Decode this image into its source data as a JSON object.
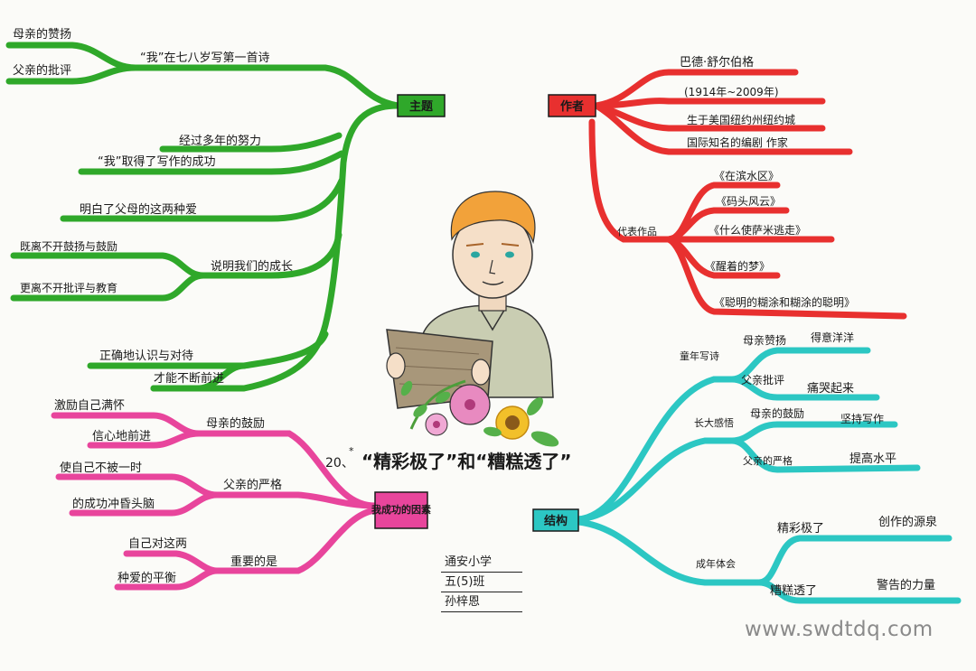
{
  "title": {
    "number": "20、",
    "star": "*",
    "text": "“精彩极了”和“糟糕透了”"
  },
  "colors": {
    "green": "#2fa82a",
    "red": "#e8302f",
    "pink": "#e8459c",
    "teal": "#2cc7c3"
  },
  "branches": {
    "theme": {
      "label": "主题",
      "items": [
        "母亲的赞扬",
        "父亲的批评",
        "“我”在七八岁写第一首诗",
        "经过多年的努力",
        "“我”取得了写作的成功",
        "明白了父母的这两种爱",
        "既离不开鼓扬与鼓励",
        "更离不开批评与教育",
        "说明我们的成长",
        "正确地认识与对待",
        "才能不断前进"
      ]
    },
    "author": {
      "label": "作者",
      "items": [
        "巴德·舒尔伯格",
        "(1914年~2009年)",
        "生于美国纽约州纽约城",
        "国际知名的编剧  作家"
      ],
      "works_label": "代表作品",
      "works": [
        "《在滨水区》",
        "《码头风云》",
        "《什么使萨米逃走》",
        "《醒着的梦》",
        "《聪明的糊涂和糊涂的聪明》"
      ]
    },
    "success": {
      "label": "我成功的因素",
      "items": [
        "激励自己满怀",
        "信心地前进",
        "母亲的鼓励",
        "使自己不被一时",
        "的成功冲昏头脑",
        "父亲的严格",
        "自己对这两",
        "种爱的平衡",
        "重要的是"
      ]
    },
    "structure": {
      "label": "结构",
      "items": [
        "童年写诗",
        "母亲赞扬",
        "得意洋洋",
        "父亲批评",
        "痛哭起来",
        "长大感悟",
        "母亲的鼓励",
        "坚持写作",
        "父亲的严格",
        "提高水平",
        "成年体会",
        "精彩极了",
        "创作的源泉",
        "糟糕透了",
        "警告的力量"
      ]
    }
  },
  "signature": [
    "通安小学",
    "五(5)班",
    "孙梓恩"
  ],
  "watermark": "www.swdtdq.com"
}
